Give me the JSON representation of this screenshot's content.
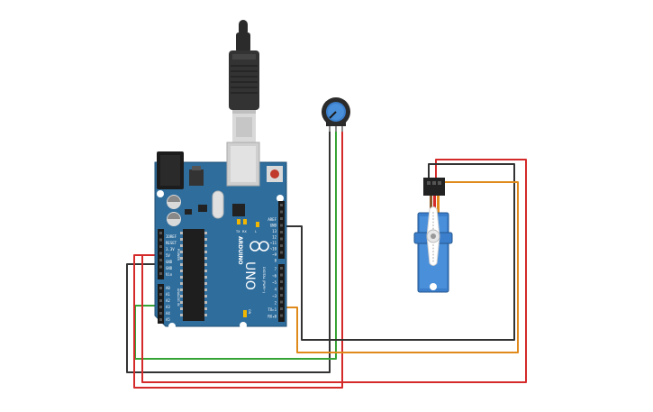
{
  "board": {
    "brand": "ARDUINO",
    "model": "UNO",
    "power_labels": [
      "IOREF",
      "RESET",
      "3.3V",
      "5V",
      "GND",
      "GND",
      "Vin"
    ],
    "power_header_label": "POWER",
    "analog_labels": [
      "A0",
      "A1",
      "A2",
      "A3",
      "A4",
      "A5"
    ],
    "analog_header_label": "ANALOG IN",
    "digital_top_labels": [
      "AREF",
      "GND",
      "13",
      "12",
      "~11",
      "~10",
      "~9",
      "8"
    ],
    "digital_bottom_labels": [
      "7",
      "~6",
      "~5",
      "4",
      "~3",
      "2",
      "TX▸1",
      "RX◂0"
    ],
    "digital_header_label": "DIGITAL (PWM~)",
    "tx_label": "TX",
    "rx_label": "RX",
    "l_label": "L",
    "on_label": "ON",
    "colors": {
      "pcb": "#2f6d9c",
      "pcb_edge": "#1f4f74",
      "silk": "#ffffff"
    }
  },
  "wires": {
    "colors": {
      "red": "#d52a2a",
      "black": "#333333",
      "green": "#36a336",
      "orange": "#e08a1c"
    }
  },
  "icons": [
    "usb-plug-icon",
    "potentiometer-icon",
    "servo-motor-icon"
  ]
}
